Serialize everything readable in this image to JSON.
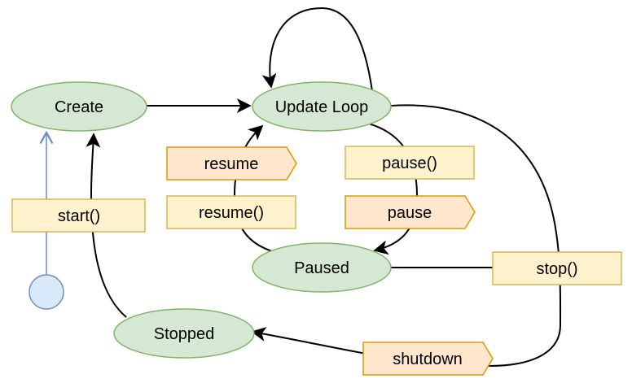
{
  "states": {
    "create": "Create",
    "update_loop": "Update Loop",
    "paused": "Paused",
    "stopped": "Stopped"
  },
  "actions": {
    "start": "start()",
    "pause_call": "pause()",
    "resume_call": "resume()",
    "stop_call": "stop()"
  },
  "events": {
    "resume": "resume",
    "pause": "pause",
    "shutdown": "shutdown"
  },
  "colors": {
    "state_fill": "#d5e8d4",
    "state_stroke": "#82b366",
    "action_fill": "#fff2cc",
    "action_stroke": "#d6b656",
    "event_fill": "#ffe6cc",
    "event_stroke": "#d79b00",
    "initial_fill": "#dae8fc",
    "initial_stroke": "#6c8ebf"
  }
}
